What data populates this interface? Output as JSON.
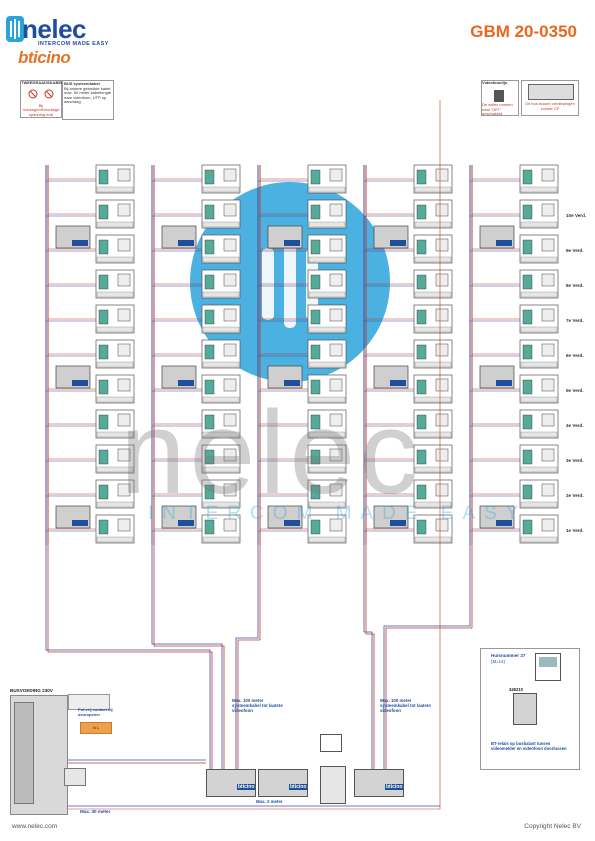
{
  "header": {
    "brand": "nelec",
    "tagline": "INTERCOM MADE EASY",
    "partner": "bticino",
    "doc_code": "GBM 20-0350"
  },
  "legend_left": {
    "box1_title": "TWEEDRAADSKABEL",
    "box1_text": "Bij montage/demontage spanning eraf",
    "box2_title": "BUS systeemkabel",
    "box2_text": "Bij andere gebruikte kabel: max. 50 meter kabellengte naar videofoon, UTP op aanvraag"
  },
  "legend_right": {
    "box1_title": "Videofoonlijn",
    "box1_text": "De adres moeten naar 'OFF' geschakeld",
    "box2_text": "De bus tussen verdiepingen zonder CF"
  },
  "floors": [
    "10e Verd.",
    "9e Verd.",
    "8e Verd.",
    "7e Verd.",
    "6e Verd.",
    "5e Verd.",
    "4e Verd.",
    "3e Verd.",
    "2e Verd.",
    "1e Verd."
  ],
  "modules": {
    "brand_label": "bticino"
  },
  "voeding": {
    "title": "BUSVOEDING 230V",
    "contact_text": "Pot.vrij contact bij deuropener",
    "relay_label": "N  L",
    "max_label": "Max. 30 meter"
  },
  "notes": {
    "left_cable": "Max. 100 meter systeemkabel tot laatste videofoon",
    "right_cable": "Max. 100 meter systeemkabel tot laatste videofoon",
    "bottom_mid": "Max. 2 meter"
  },
  "detail": {
    "title": "Huisnummer 27",
    "subtitle": "(M=14)",
    "code": "346210",
    "caption": "BT-relais op busbalast tussen videomelder en videofoon doorlussen"
  },
  "footer": {
    "url": "www.nelec.com",
    "copyright": "Copyright Nelec BV"
  },
  "watermark": {
    "word": "nelec",
    "tagline": "INTERCOM MADE EASY"
  },
  "colors": {
    "accent_orange": "#e8681d",
    "brand_blue": "#1f4e9c",
    "watermark_blue": "#2aa3dc",
    "cable_blue": "#3a4fa8",
    "cable_red": "#c0392b"
  }
}
